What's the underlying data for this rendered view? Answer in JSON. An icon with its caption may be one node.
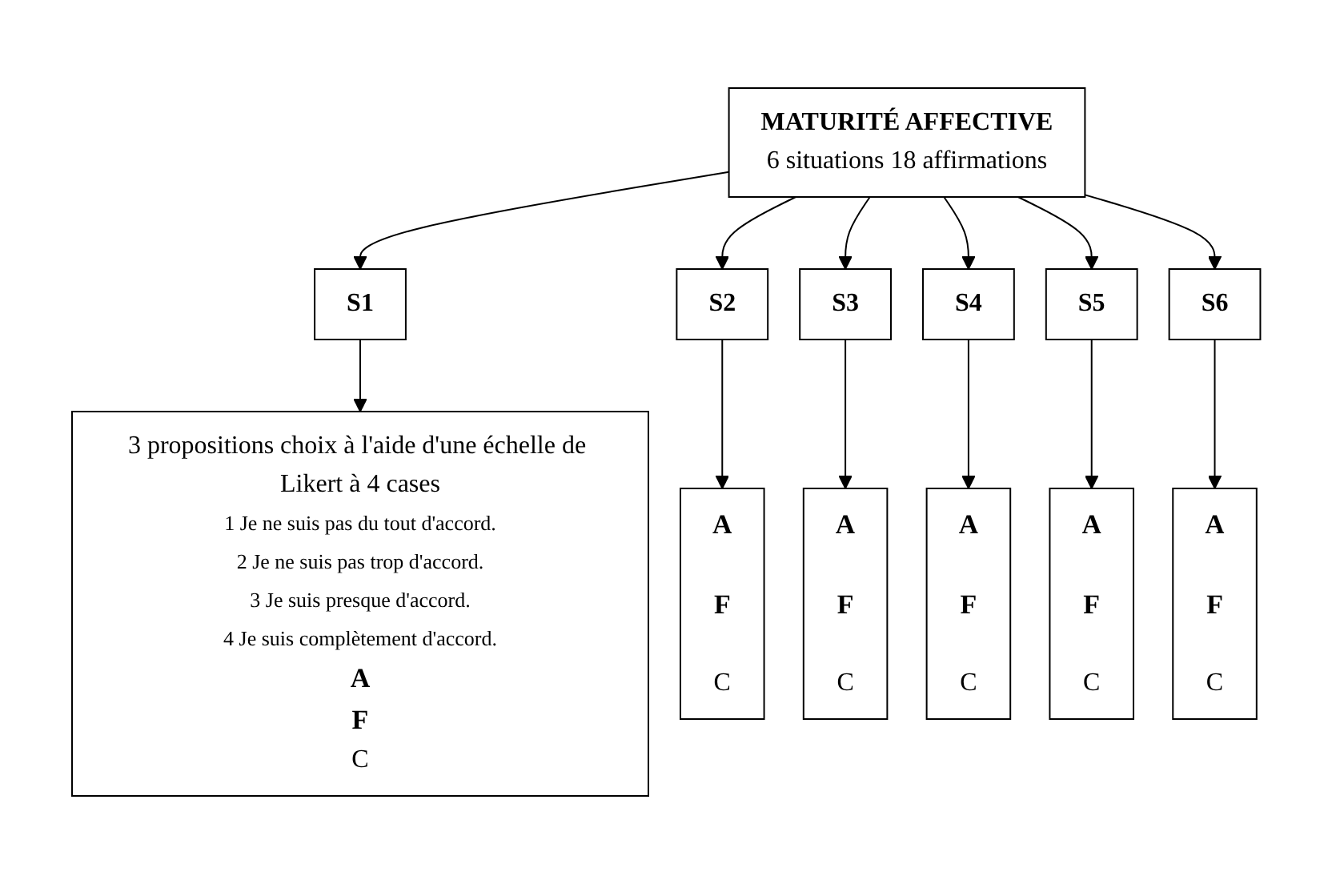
{
  "diagram": {
    "nodes": [
      {
        "text": [
          "MATURITÉ AFFECTIVE",
          "6 situations 18 affirmations"
        ]
      },
      {
        "text": [
          "S1"
        ]
      },
      {
        "text": [
          "S2"
        ]
      },
      {
        "text": [
          "S3"
        ]
      },
      {
        "text": [
          "S4"
        ]
      },
      {
        "text": [
          "S5"
        ]
      },
      {
        "text": [
          "S6"
        ]
      },
      {
        "text": [
          "3 propositions choix à l'aide d'une échelle de Likert à 4 cases",
          "1 Je ne suis pas du tout d'accord.",
          "2 Je ne suis pas trop d'accord.",
          "3 Je suis presque d'accord.",
          "4 Je suis complètement d'accord.",
          "A",
          "F",
          "C"
        ]
      },
      {
        "text": [
          "A",
          "F",
          "C"
        ]
      },
      {
        "text": [
          "A",
          "F",
          "C"
        ]
      },
      {
        "text": [
          "A",
          "F",
          "C"
        ]
      },
      {
        "text": [
          "A",
          "F",
          "C"
        ]
      },
      {
        "text": [
          "A",
          "F",
          "C"
        ]
      }
    ],
    "edges": [
      {
        "from": 0,
        "to": 1,
        "arrow": "to"
      },
      {
        "from": 0,
        "to": 2,
        "arrow": "to"
      },
      {
        "from": 0,
        "to": 3,
        "arrow": "to"
      },
      {
        "from": 0,
        "to": 4,
        "arrow": "to"
      },
      {
        "from": 0,
        "to": 5,
        "arrow": "to"
      },
      {
        "from": 0,
        "to": 6,
        "arrow": "to"
      },
      {
        "from": 1,
        "to": 7,
        "arrow": "to"
      },
      {
        "from": 2,
        "to": 8,
        "arrow": "to"
      },
      {
        "from": 3,
        "to": 9,
        "arrow": "to"
      },
      {
        "from": 4,
        "to": 10,
        "arrow": "to"
      },
      {
        "from": 5,
        "to": 11,
        "arrow": "to"
      },
      {
        "from": 6,
        "to": 12,
        "arrow": "to"
      }
    ]
  }
}
